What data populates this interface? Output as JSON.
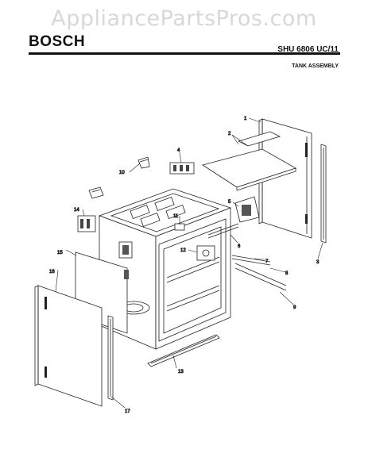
{
  "watermark": "AppliancePartsPros.com",
  "brand": "BOSCH",
  "model": "SHU 6806 UC/11",
  "section": "TANK ASSEMBLY",
  "callouts": [
    "1",
    "2",
    "3",
    "4",
    "5",
    "6",
    "7",
    "8",
    "9",
    "10",
    "11",
    "12",
    "13",
    "14",
    "15",
    "16",
    "17"
  ]
}
